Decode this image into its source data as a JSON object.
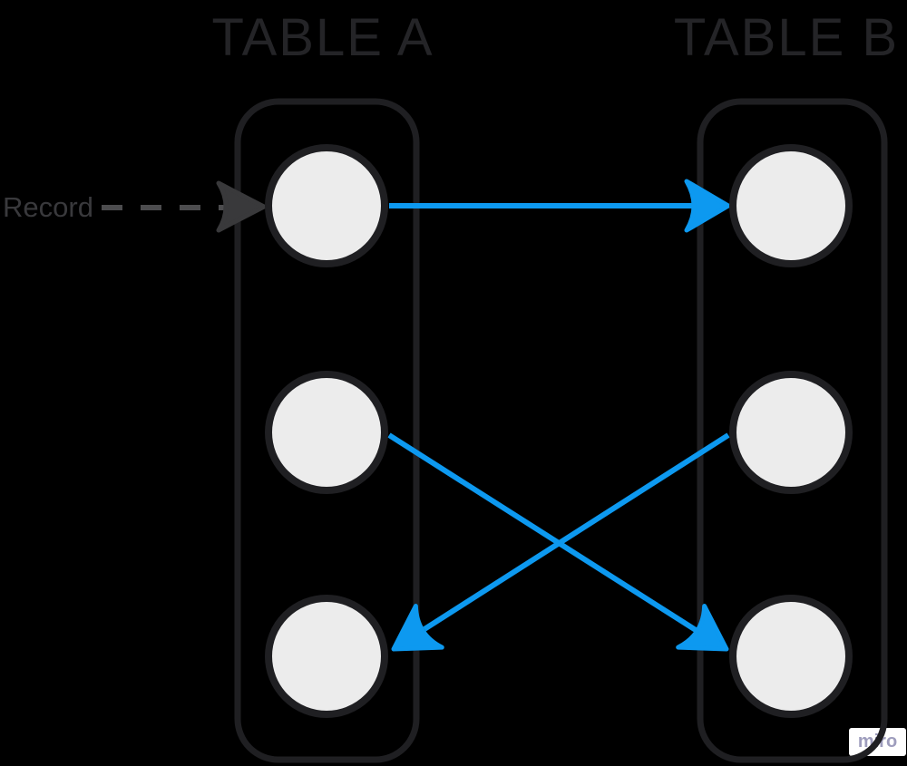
{
  "app": {
    "watermark": "miro"
  },
  "colors": {
    "background": "#000000",
    "accent_blue": "#0D99F0",
    "node_fill": "#ECECEC",
    "node_stroke": "#1F1F22",
    "container_stroke": "#1F1F22",
    "title_text": "#242427",
    "annotation_text": "#39393C",
    "annotation_dash": "#4C4C4E",
    "annotation_arrowhead": "#39393B",
    "watermark_text": "#9E9DBD",
    "watermark_bg": "#FFFFFF"
  },
  "diagram": {
    "tables": [
      {
        "id": "A",
        "title": "TABLE A",
        "record_count": 3
      },
      {
        "id": "B",
        "title": "TABLE B",
        "record_count": 3
      }
    ],
    "connectors": [
      {
        "from": "A.record1",
        "to": "B.record1",
        "style": "solid blue arrow"
      },
      {
        "from": "A.record2",
        "to": "B.record3",
        "style": "solid blue arrow"
      },
      {
        "from": "B.record2",
        "to": "A.record3",
        "style": "solid blue arrow"
      }
    ],
    "annotation": {
      "label": "Record",
      "points_to": "A.record1",
      "style": "dashed dark arrow"
    }
  }
}
